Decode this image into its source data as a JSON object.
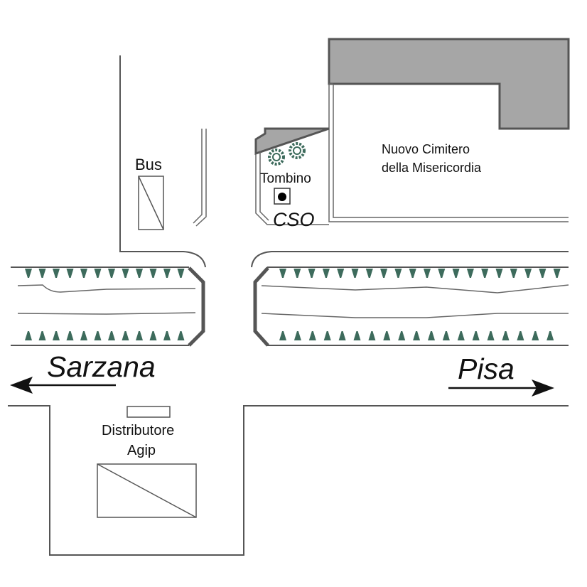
{
  "labels": {
    "bus": "Bus",
    "cemetery_line1": "Nuovo Cimitero",
    "cemetery_line2": "della Misericordia",
    "manhole": "Tombino",
    "cso": "CSO",
    "sarzana": "Sarzana",
    "pisa": "Pisa",
    "fuel_line1": "Distributore",
    "fuel_line2": "Agip"
  },
  "directions": {
    "left": "Sarzana",
    "right": "Pisa"
  },
  "colors": {
    "tree_row": "#3d6b5c",
    "building_fill": "#a6a6a6",
    "road_line": "#555555",
    "bush": "#3d6b5c"
  },
  "icons": {
    "tree_symbol": "tree-icon",
    "bush_symbol": "bush-icon",
    "manhole_symbol": "manhole-icon",
    "arrow_left": "arrow-left-icon",
    "arrow_right": "arrow-right-icon"
  }
}
